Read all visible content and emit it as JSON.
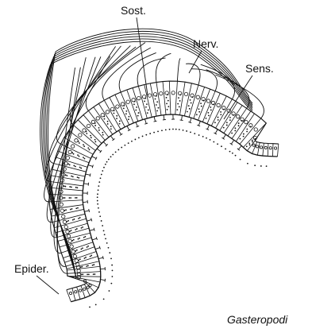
{
  "labels": {
    "sost": "Sost.",
    "nerv": "Nerv.",
    "sens": "Sens.",
    "epider": "Epider."
  },
  "caption": "Gasteropodi",
  "colors": {
    "ink": "#111111",
    "background": "#ffffff"
  }
}
